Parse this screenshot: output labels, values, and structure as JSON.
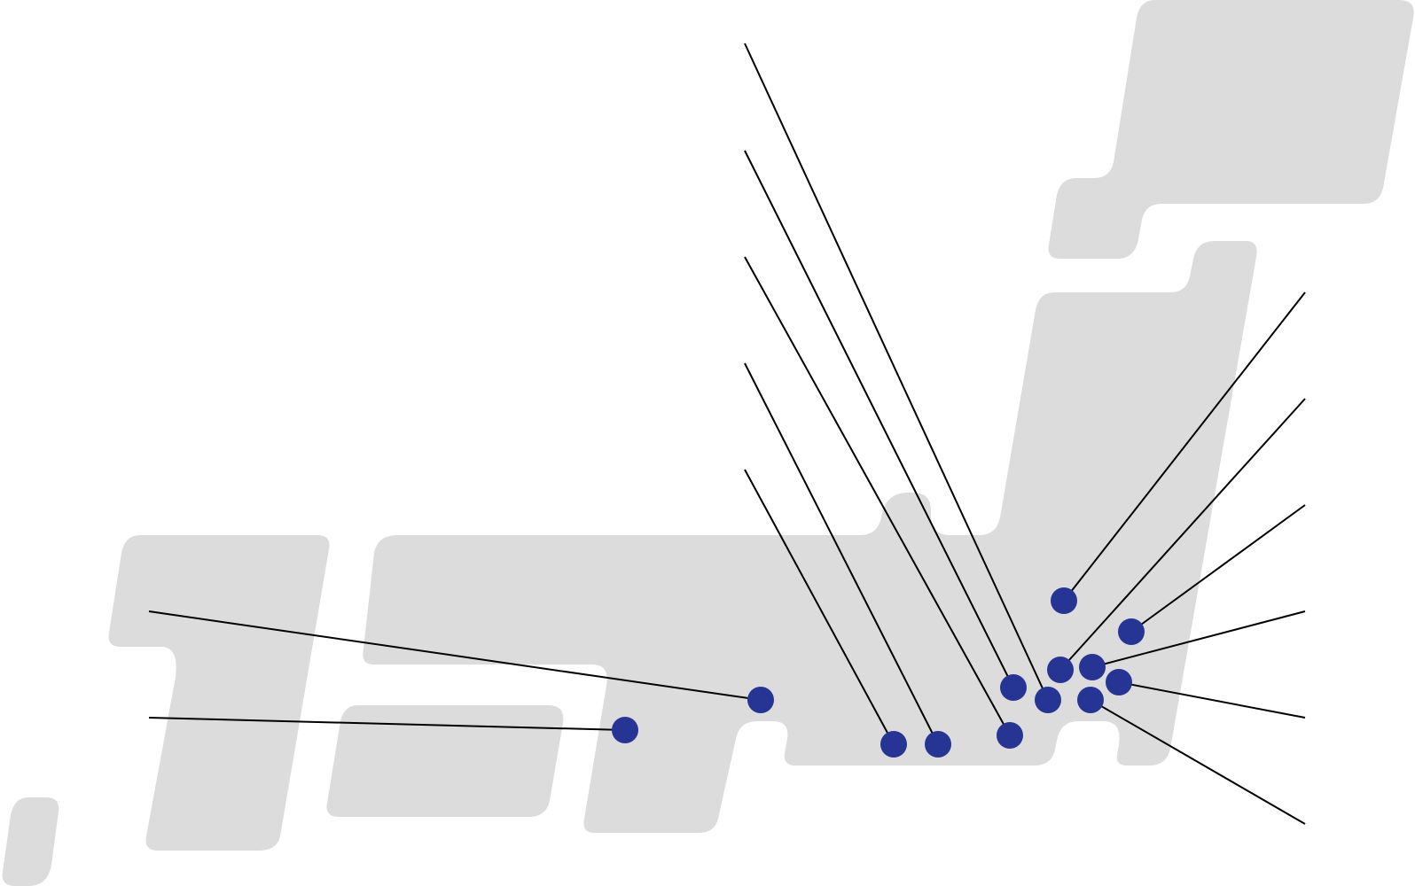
{
  "map": {
    "colors": {
      "land": "#dcdcdc",
      "marker": "#263594",
      "leader_line": "#000000",
      "background": "#ffffff"
    },
    "markers": [
      {
        "id": "marker-1"
      },
      {
        "id": "marker-2"
      },
      {
        "id": "marker-3"
      },
      {
        "id": "marker-4"
      },
      {
        "id": "marker-5"
      },
      {
        "id": "marker-6"
      },
      {
        "id": "marker-7"
      },
      {
        "id": "marker-8"
      },
      {
        "id": "marker-9"
      },
      {
        "id": "marker-10"
      },
      {
        "id": "marker-11"
      },
      {
        "id": "marker-12"
      },
      {
        "id": "marker-13"
      },
      {
        "id": "marker-14"
      }
    ]
  }
}
